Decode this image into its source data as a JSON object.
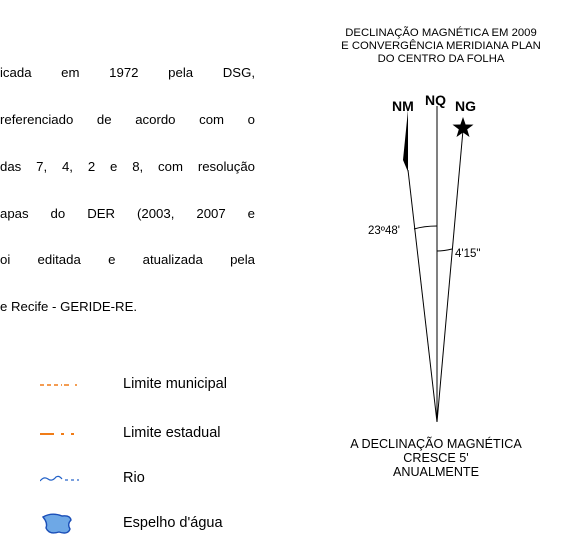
{
  "intro": {
    "lines": [
      "icada em 1972 pela DSG,",
      "referenciado de acordo com o",
      "das 7, 4, 2 e 8, com resolução",
      "apas do DER (2003, 2007 e",
      "oi editada e atualizada pela",
      "e Recife - GERIDE-RE."
    ]
  },
  "declination": {
    "title_lines": [
      "DECLINAÇÃO MAGNÉTICA EM 2009",
      "E CONVERGÊNCIA MERIDIANA PLAN",
      "DO CENTRO DA FOLHA"
    ],
    "labels": {
      "nm": "NM",
      "nq": "NQ",
      "ng": "NG"
    },
    "angle_nm": "23º48'",
    "angle_ng": "4'15\"",
    "note_lines": [
      "A DECLINAÇÃO MAGNÉTICA",
      "CRESCE 5'",
      "ANUALMENTE"
    ]
  },
  "legend": {
    "items": [
      {
        "label": "Limite municipal",
        "symbol": "dashed-orange-line-icon"
      },
      {
        "label": "Limite estadual",
        "symbol": "dash-dot-orange-line-icon"
      },
      {
        "label": "Rio",
        "symbol": "blue-wavy-dashed-line-icon"
      },
      {
        "label": "Espelho d'água",
        "symbol": "blue-water-body-icon"
      }
    ],
    "colors": {
      "orange": "#f07c18",
      "river": "#2060c8",
      "water_fill": "#6ea8e6",
      "water_stroke": "#1b4fb8"
    }
  }
}
